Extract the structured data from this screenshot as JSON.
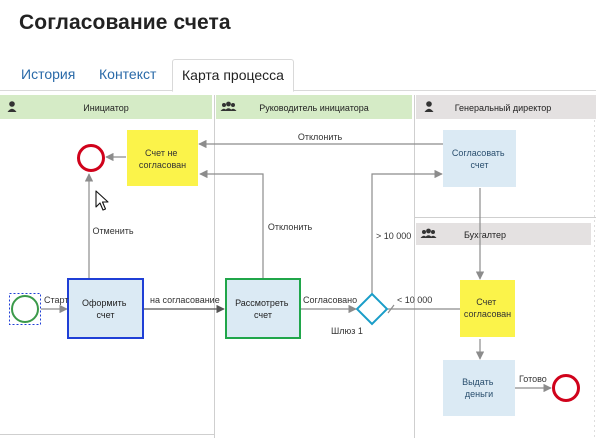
{
  "header": {
    "title": "Согласование счета"
  },
  "tabs": [
    {
      "label": "История",
      "active": false
    },
    {
      "label": "Контекст",
      "active": false
    },
    {
      "label": "Карта процесса",
      "active": true
    }
  ],
  "lanes": {
    "initiator": "Инициатор",
    "manager": "Руководитель инициатора",
    "ceo": "Генеральный директор",
    "accountant": "Бухгалтер"
  },
  "tasks": {
    "prepare": "Оформить|счет",
    "review": "Рассмотреть|счет",
    "approve": "Согласовать|счет",
    "pay": "Выдать|деньги"
  },
  "states": {
    "rejected": "Счет не|согласован",
    "approved": "Счет|согласован"
  },
  "gateway": {
    "label": "Шлюз 1"
  },
  "flows": {
    "start": "Старт",
    "to_approval": "на согласование",
    "reject_top": "Отклонить",
    "reject_manager": "Отклонить",
    "cancel": "Отменить",
    "approved": "Согласовано",
    "over_10000": "> 10 000",
    "under_10000": "< 10 000",
    "done": "Готово"
  },
  "colors": {
    "lane_header_green": "#d5ebc6",
    "lane_header_gray": "#e4e1e1",
    "task_fill": "#dbeaf4",
    "state_fill": "#fbf34a",
    "end_stroke": "#d0021b",
    "start_stroke": "#3b9a4a",
    "gateway_stroke": "#1a9dc8",
    "flow": "#8c8c8c",
    "prepare_border": "#1f3fd6",
    "review_border": "#20a64a",
    "tab_link": "#2a6aa8"
  },
  "icons": {
    "single_user": "user-icon",
    "group_users": "users-group-icon",
    "pointer": "mouse-pointer-icon"
  }
}
